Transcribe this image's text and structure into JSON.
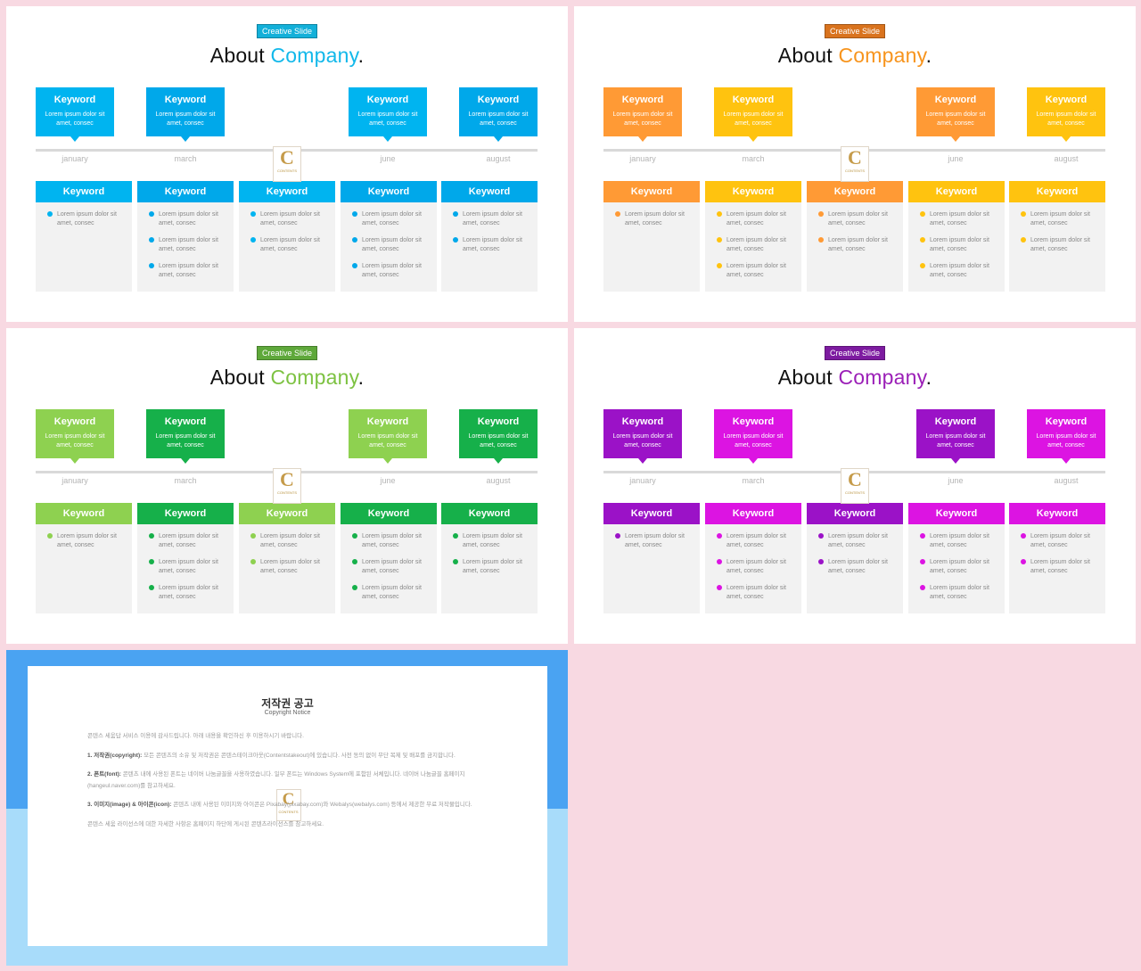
{
  "slides": [
    {
      "id": "blue",
      "badge": "Creative Slide",
      "title_pre": "About ",
      "title_accent": "Company",
      "title_post": ".",
      "colors": {
        "accent": "#12b8ea",
        "badge": "#13b0d9",
        "c1": "#00b4f0",
        "c2": "#00a8ea",
        "dot": "#12a5dc"
      }
    },
    {
      "id": "orange",
      "badge": "Creative Slide",
      "title_pre": "About ",
      "title_accent": "Company",
      "title_post": ".",
      "colors": {
        "accent": "#f7941d",
        "badge": "#d9731e",
        "c1": "#ff9a35",
        "c2": "#ffc30f",
        "dot": "#ffa530"
      }
    },
    {
      "id": "green",
      "badge": "Creative Slide",
      "title_pre": "About ",
      "title_accent": "Company",
      "title_post": ".",
      "colors": {
        "accent": "#7dc242",
        "badge": "#5ea83a",
        "c1": "#8ed150",
        "c2": "#16b04a",
        "dot": "#4fbf4a"
      }
    },
    {
      "id": "purple",
      "badge": "Creative Slide",
      "title_pre": "About ",
      "title_accent": "Company",
      "title_post": ".",
      "colors": {
        "accent": "#9b1fb7",
        "badge": "#7d1ba0",
        "c1": "#9b12c7",
        "c2": "#dc14e2",
        "dot": "#b313d2"
      }
    }
  ],
  "timeline": {
    "months": [
      "january",
      "march",
      "june",
      "august"
    ],
    "callouts": [
      {
        "keyword": "Keyword",
        "text": "Lorem ipsum dolor sit amet, consec"
      },
      {
        "keyword": "Keyword",
        "text": "Lorem ipsum dolor sit amet, consec"
      },
      {
        "keyword": "Keyword",
        "text": "Lorem ipsum dolor sit amet, consec"
      },
      {
        "keyword": "Keyword",
        "text": "Lorem ipsum dolor sit amet, consec"
      }
    ],
    "columns": [
      {
        "keyword": "Keyword",
        "items": [
          "Lorem ipsum dolor sit amet, consec"
        ]
      },
      {
        "keyword": "Keyword",
        "items": [
          "Lorem ipsum dolor sit amet, consec",
          "Lorem ipsum dolor sit amet, consec",
          "Lorem ipsum dolor sit amet, consec"
        ]
      },
      {
        "keyword": "Keyword",
        "items": [
          "Lorem ipsum dolor sit amet, consec",
          "Lorem ipsum dolor sit amet, consec"
        ]
      },
      {
        "keyword": "Keyword",
        "items": [
          "Lorem ipsum dolor sit amet, consec",
          "Lorem ipsum dolor sit amet, consec",
          "Lorem ipsum dolor sit amet, consec"
        ]
      },
      {
        "keyword": "Keyword",
        "items": [
          "Lorem ipsum dolor sit amet, consec",
          "Lorem ipsum dolor sit amet, consec"
        ]
      }
    ]
  },
  "logo": {
    "letter": "C",
    "text": "CONTENTS"
  },
  "copyright": {
    "title": "저작권 공고",
    "subtitle": "Copyright Notice",
    "paragraphs": [
      {
        "head": "",
        "body": "콘텐스 세움답 서비스 이용에 감사드립니다. 아래 내용을 확인하신 후 이용하시기 바랍니다."
      },
      {
        "head": "1. 저작권(copyright): ",
        "body": "모든 콘텐츠의 소유 및 저작권은 콘텐스테이크아웃(Contentstakeout)에 있습니다. 사전 동의 없이 무단 복제 및 배포를 금지합니다."
      },
      {
        "head": "2. 폰트(font): ",
        "body": "콘텐츠 내에 사용된 폰트는 네이버 나눔글꼴을 사용하였습니다. 일부 폰트는 Windows System에 포함된 서체입니다. 네이버 나눔글꼴 홈페이지(hangeul.naver.com)를 참고하세요."
      },
      {
        "head": "3. 이미지(image) & 아이콘(icon): ",
        "body": "콘텐츠 내에 사용된 이미지와 아이콘은 Pixabay(pixabay.com)와 Webalys(webalys.com) 등에서 제공한 무료 저작물입니다."
      },
      {
        "head": "",
        "body": "콘텐스 세움 라이선스에 대한 자세한 사항은 홈페이지 하단에 게시된 콘텐츠라이선스를 참고하세요."
      }
    ]
  }
}
